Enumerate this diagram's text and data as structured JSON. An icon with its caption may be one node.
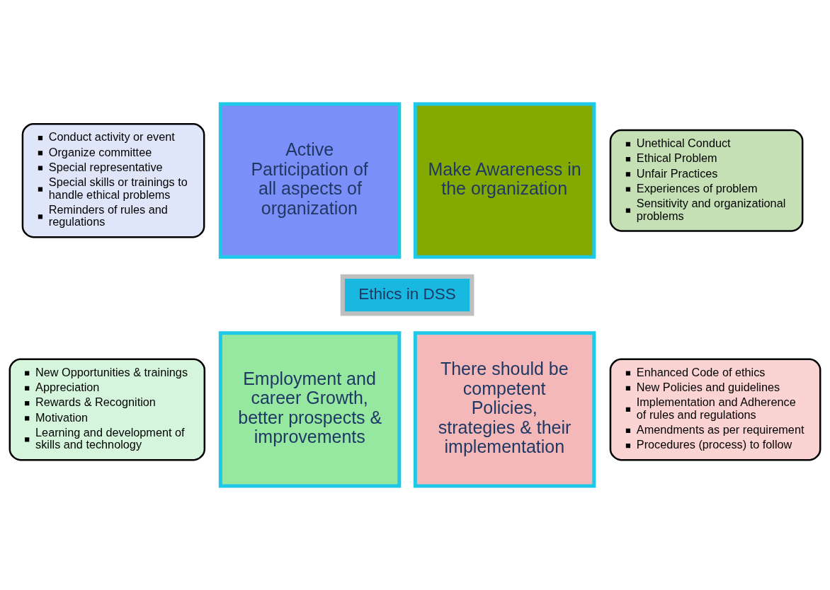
{
  "diagram": {
    "nodes": [
      {
        "text": [
          "Conduct activity or event",
          "Organize committee",
          "Special representative",
          "Special skills or trainings to handle ethical problems",
          "Reminders of rules and regulations"
        ]
      },
      {
        "text": [
          "Unethical Conduct",
          "Ethical Problem",
          "Unfair Practices",
          "Experiences of problem",
          "Sensitivity and organizational problems"
        ]
      },
      {
        "text": [
          "Active Participation of all aspects of organization"
        ]
      },
      {
        "text": [
          "Make Awareness in the organization"
        ]
      },
      {
        "text": [
          "Ethics in DSS"
        ]
      },
      {
        "text": [
          "Employment and career Growth, better prospects & improvements"
        ]
      },
      {
        "text": [
          "There should be competent Policies, strategies & their implementation"
        ]
      },
      {
        "text": [
          "New Opportunities & trainings",
          "Appreciation",
          "Rewards & Recognition",
          "Motivation",
          "Learning and development of skills and technology"
        ]
      },
      {
        "text": [
          "Enhanced Code of ethics",
          "New Policies and guidelines",
          "Implementation and Adherence of rules and regulations",
          "Amendments as per requirement",
          "Procedures (process) to follow"
        ]
      }
    ],
    "edges": []
  }
}
